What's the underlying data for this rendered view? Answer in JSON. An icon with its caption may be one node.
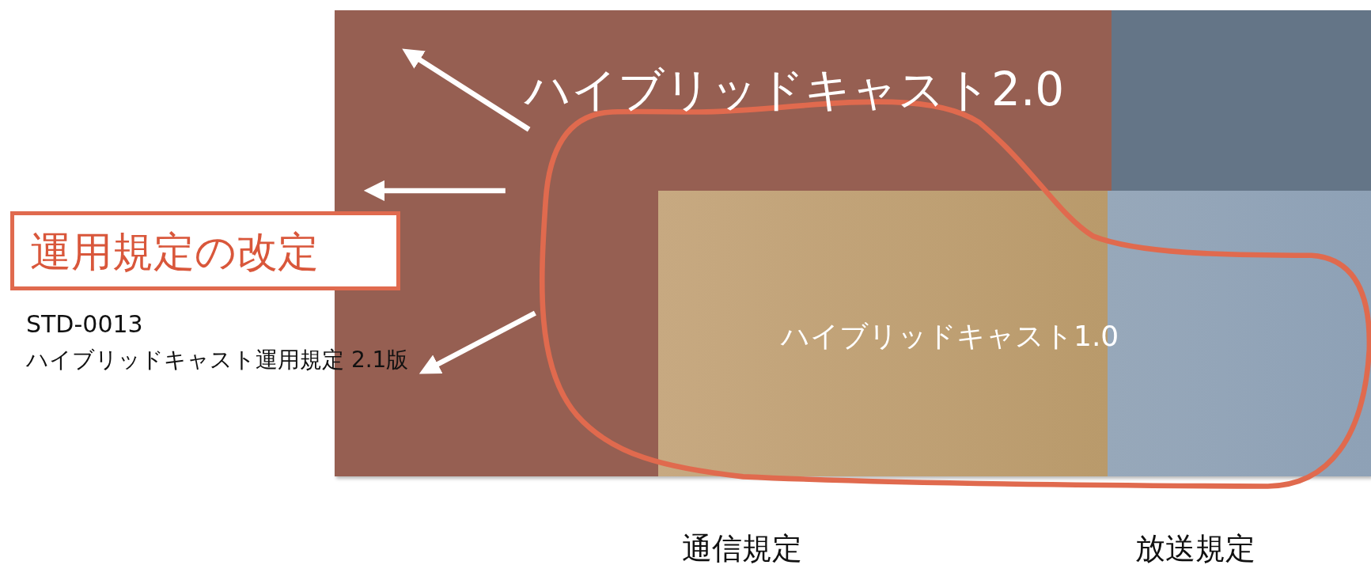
{
  "diagram": {
    "nodes": [
      {
        "text": [
          "運用規定の改定"
        ]
      },
      {
        "text": [
          "ハイブリッドキャスト2.0"
        ]
      },
      {
        "text": [
          "ハイブリッドキャスト1.0"
        ],
        "in": 1
      }
    ],
    "labels": [
      "STD-0013",
      "ハイブリッドキャスト運用規定 2.1版",
      "通信規定",
      "放送規定"
    ]
  }
}
